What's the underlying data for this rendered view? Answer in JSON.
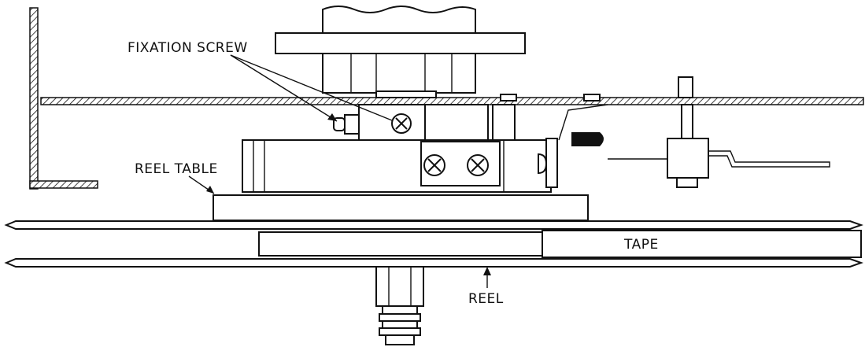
{
  "labels": {
    "fixation_screw": "FIXATION SCREW",
    "reel_table": "REEL TABLE",
    "tape": "TAPE",
    "reel": "REEL"
  }
}
